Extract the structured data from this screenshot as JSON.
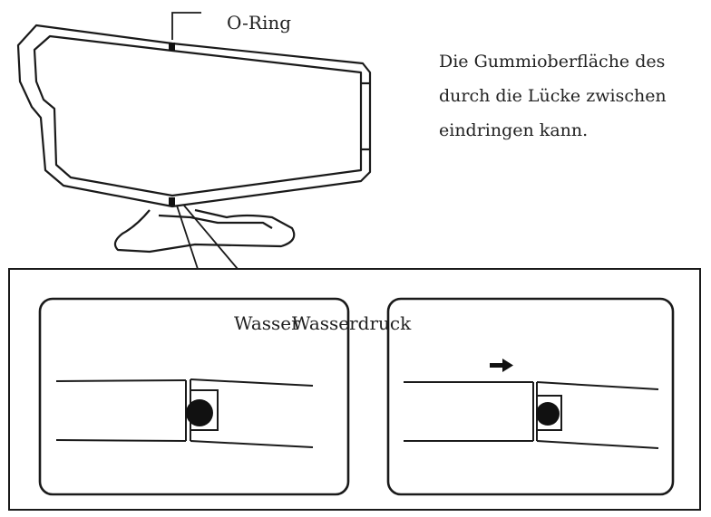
{
  "labels": {
    "oring": "O-Ring",
    "water": "Wasser",
    "water_pressure": "Wasserdruck"
  },
  "description": {
    "line1": "Die Gummioberfläche des",
    "line2": "durch die Lücke zwischen",
    "line3": "eindringen kann."
  }
}
